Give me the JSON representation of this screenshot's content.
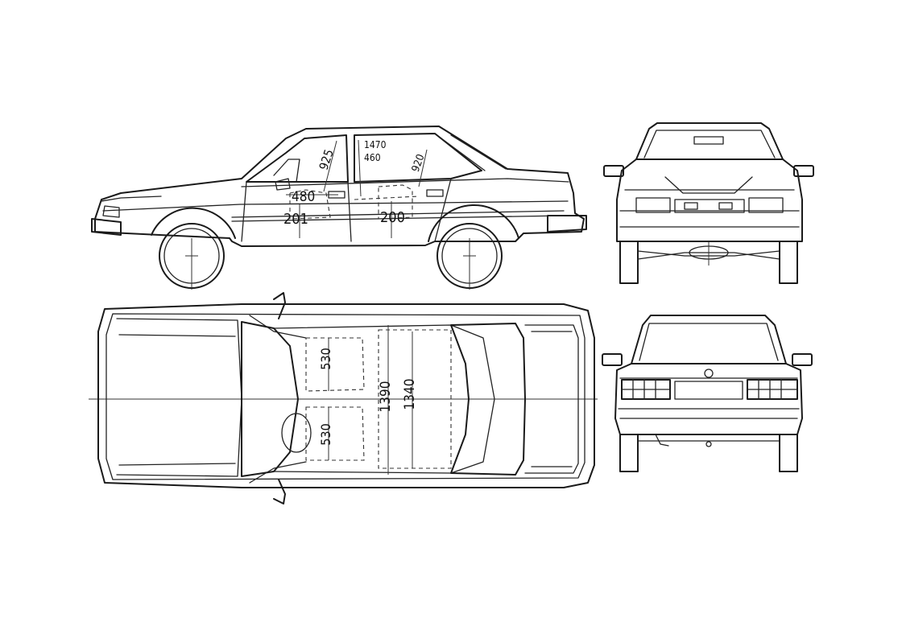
{
  "views": {
    "side": {
      "dims": {
        "roof_to_belt": "925",
        "roof_height_front": "1470",
        "door_height": "460",
        "rear_roof": "920",
        "front_seat_depth": "480",
        "front_sill": "201",
        "rear_sill": "200"
      }
    },
    "top": {
      "dims": {
        "seat_width_upper": "530",
        "seat_width_lower": "530",
        "front_track": "1390",
        "rear_track": "1340"
      }
    },
    "front": {},
    "rear": {}
  }
}
